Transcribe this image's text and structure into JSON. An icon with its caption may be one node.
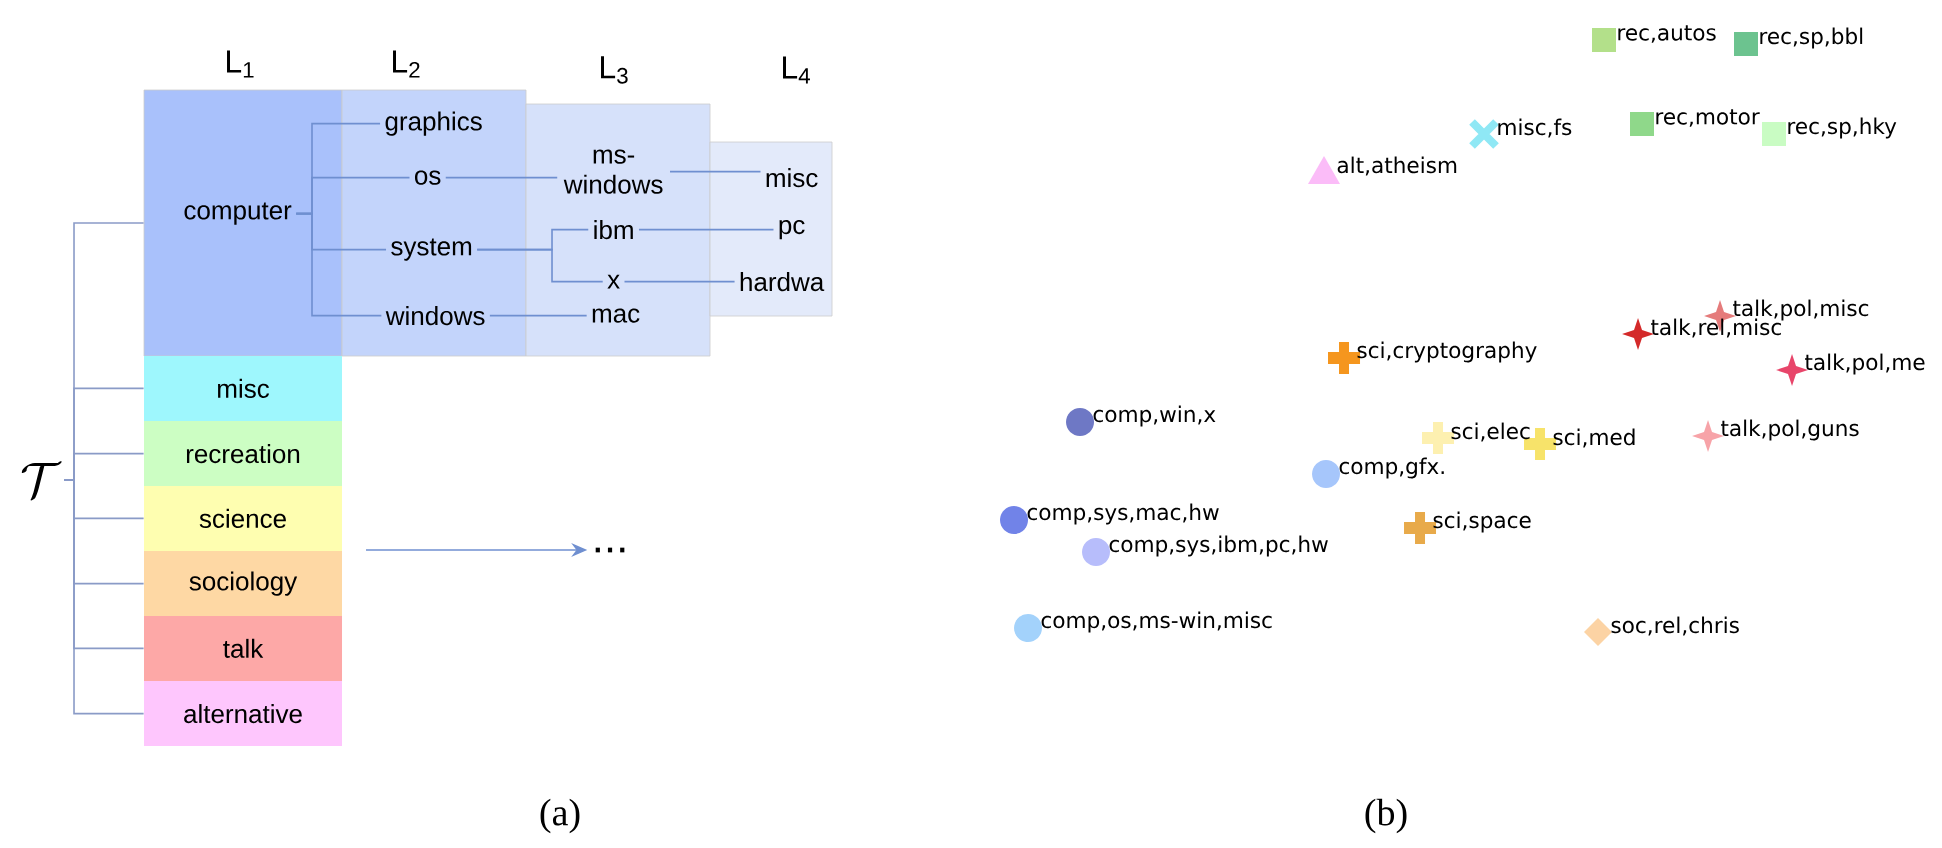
{
  "diagram": {
    "nodes": [
      {
        "text": [
          "\\mathcal{T}"
        ]
      },
      {
        "text": [],
        "shape": "box"
      },
      {
        "text": [
          "computer"
        ],
        "in": 1
      },
      {
        "text": [],
        "shape": "box"
      },
      {
        "text": [
          "graphics"
        ],
        "in": 3
      },
      {
        "text": [
          "os"
        ],
        "in": 3
      },
      {
        "text": [
          "system"
        ],
        "in": 3
      },
      {
        "text": [
          "windows"
        ],
        "in": 3
      },
      {
        "text": [],
        "shape": "box"
      },
      {
        "text": [
          "ms-windows"
        ],
        "in": 8
      },
      {
        "text": [
          "ibm"
        ],
        "in": 8
      },
      {
        "text": [
          "x"
        ],
        "in": 8
      },
      {
        "text": [
          "mac"
        ],
        "in": 8
      },
      {
        "text": [],
        "shape": "box"
      },
      {
        "text": [
          "misc"
        ],
        "in": 13
      },
      {
        "text": [
          "pc"
        ],
        "in": 13
      },
      {
        "text": [
          "hardwa"
        ],
        "in": 13
      },
      {
        "text": [
          "misc"
        ]
      },
      {
        "text": [
          "recreation"
        ]
      },
      {
        "text": [
          "science"
        ]
      },
      {
        "text": [
          "sociology"
        ]
      },
      {
        "text": [
          "talk"
        ]
      },
      {
        "text": [
          "alternative"
        ]
      },
      {
        "text": [
          "..."
        ]
      }
    ],
    "edges": [
      {
        "from": 0,
        "to": 1,
        "arrow": "none"
      },
      {
        "from": 0,
        "to": 17,
        "arrow": "none"
      },
      {
        "from": 0,
        "to": 18,
        "arrow": "none"
      },
      {
        "from": 0,
        "to": 19,
        "arrow": "none"
      },
      {
        "from": 0,
        "to": 20,
        "arrow": "none"
      },
      {
        "from": 0,
        "to": 21,
        "arrow": "none"
      },
      {
        "from": 0,
        "to": 22,
        "arrow": "none"
      },
      {
        "from": 2,
        "to": 4,
        "arrow": "none"
      },
      {
        "from": 2,
        "to": 5,
        "arrow": "none"
      },
      {
        "from": 2,
        "to": 6,
        "arrow": "none"
      },
      {
        "from": 2,
        "to": 7,
        "arrow": "none"
      },
      {
        "from": 5,
        "to": 9,
        "arrow": "none"
      },
      {
        "from": 6,
        "to": 10,
        "arrow": "none"
      },
      {
        "from": 6,
        "to": 11,
        "arrow": "none"
      },
      {
        "from": 7,
        "to": 12,
        "arrow": "none"
      },
      {
        "from": 9,
        "to": 14,
        "arrow": "none"
      },
      {
        "from": 10,
        "to": 15,
        "arrow": "none"
      },
      {
        "from": 11,
        "to": 16,
        "arrow": "none"
      },
      {
        "from": null,
        "to": 23,
        "arrow": "to"
      }
    ],
    "labels": [
      "L$_{1}$",
      "L$_{2}$",
      "L$_{3}$",
      "L$_{4}$",
      "rec,autos",
      "rec,sp,bbl",
      "rec,motor",
      "misc,fs",
      "rec,sp,hky",
      "alt,atheism",
      "talk,pol,misc",
      "talk,rel,misc",
      "sci,cryptography",
      "talk,pol,me",
      "comp,win,x",
      "sci,elec",
      "sci,med",
      "talk,pol,guns",
      "comp,gfx.",
      "comp,sys,mac,hw",
      "sci,space",
      "comp,sys,ibm,pc,hw",
      "comp,os,ms-win,misc",
      "soc,rel,chris",
      "(a)",
      "(b)"
    ]
  }
}
